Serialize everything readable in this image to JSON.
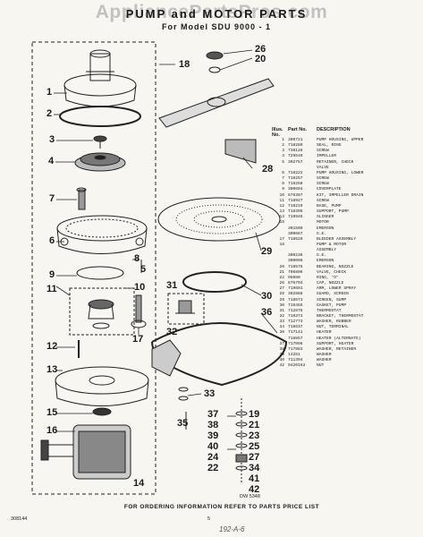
{
  "watermark": "AppliancePartsPros.com",
  "title": "PUMP and MOTOR PARTS",
  "subtitle": "For Model SDU 9000 - 1",
  "callouts_left": [
    "1",
    "2",
    "3",
    "4",
    "5",
    "6",
    "7",
    "8",
    "9",
    "10",
    "11",
    "12",
    "13",
    "14",
    "15",
    "16",
    "17",
    "18"
  ],
  "callouts_right": [
    "19",
    "20",
    "21",
    "22",
    "23",
    "24",
    "25",
    "26",
    "27",
    "28",
    "29",
    "30",
    "31",
    "32",
    "33",
    "34",
    "35",
    "36",
    "37",
    "38",
    "39",
    "40",
    "41",
    "42"
  ],
  "table": {
    "header_illus": "Illus. No.",
    "header_part": "Part No.",
    "header_desc": "DESCRIPTION",
    "rows": [
      {
        "n": "1",
        "p": "300721",
        "d": "PUMP HOUSING, UPPER"
      },
      {
        "n": "2",
        "p": "718289",
        "d": "SEAL, RING"
      },
      {
        "n": "3",
        "p": "738128",
        "d": "SCREW"
      },
      {
        "n": "4",
        "p": "729549",
        "d": "IMPELLER"
      },
      {
        "n": "5",
        "p": "302757",
        "d": "RETAINER, CHECK"
      },
      {
        "n": "",
        "p": "",
        "d": "VALVE"
      },
      {
        "n": "6",
        "p": "718222",
        "d": "PUMP HOUSING, LOWER"
      },
      {
        "n": "7",
        "p": "718257",
        "d": "SCREW"
      },
      {
        "n": "8",
        "p": "718258",
        "d": "SCREW"
      },
      {
        "n": "9",
        "p": "300694",
        "d": "COVERPLATE"
      },
      {
        "n": "10",
        "p": "675397",
        "d": "KIT, IMPELLER DRAIN"
      },
      {
        "n": "11",
        "p": "718927",
        "d": "SCREW"
      },
      {
        "n": "12",
        "p": "718219",
        "d": "BASE, PUMP"
      },
      {
        "n": "13",
        "p": "718395",
        "d": "SUPPORT, PUMP"
      },
      {
        "n": "14",
        "p": "719945",
        "d": "SLINGER"
      },
      {
        "n": "15",
        "p": "",
        "d": "MOTOR"
      },
      {
        "n": "",
        "p": "301509",
        "d": "EMERSON"
      },
      {
        "n": "",
        "p": "300667",
        "d": "G.E."
      },
      {
        "n": "17",
        "p": "718629",
        "d": "BLEEDER ASSEMBLY"
      },
      {
        "n": "18",
        "p": "",
        "d": "PUMP & MOTOR"
      },
      {
        "n": "",
        "p": "",
        "d": "ASSEMBLY"
      },
      {
        "n": "",
        "p": "300236",
        "d": "G.E."
      },
      {
        "n": "",
        "p": "300098",
        "d": "EMERSON"
      },
      {
        "n": "20",
        "p": "719576",
        "d": "BEARING, NOZZLE"
      },
      {
        "n": "21",
        "p": "706806",
        "d": "VALVE, CHECK"
      },
      {
        "n": "22",
        "p": "95080",
        "d": "RING, \"O\""
      },
      {
        "n": "26",
        "p": "676793",
        "d": "CAP, NOZZLE"
      },
      {
        "n": "27",
        "p": "719691",
        "d": "ARM, LOWER SPRAY"
      },
      {
        "n": "28",
        "p": "302888",
        "d": "GUARD, SCREEN"
      },
      {
        "n": "29",
        "p": "718573",
        "d": "SCREEN, SUMP"
      },
      {
        "n": "30",
        "p": "718455",
        "d": "GASKET, PUMP"
      },
      {
        "n": "31",
        "p": "712876",
        "d": "THERMOSTAT"
      },
      {
        "n": "32",
        "p": "718373",
        "d": "BRACKET, THERMOSTAT"
      },
      {
        "n": "33",
        "p": "712773",
        "d": "WASHER, RUBBER"
      },
      {
        "n": "34",
        "p": "718637",
        "d": "NUT, TERMINAL"
      },
      {
        "n": "36",
        "p": "717141",
        "d": "HEATER"
      },
      {
        "n": "",
        "p": "718857",
        "d": "HEATER (ALTERNATE)"
      },
      {
        "n": "37",
        "p": "717096",
        "d": "SUPPORT, HEATER"
      },
      {
        "n": "38",
        "p": "717883",
        "d": "WASHER, RETAINER"
      },
      {
        "n": "39",
        "p": "14251",
        "d": "WASHER"
      },
      {
        "n": "40",
        "p": "711394",
        "d": "WASHER"
      },
      {
        "n": "42",
        "p": "9420163",
        "d": "NUT"
      }
    ]
  },
  "figure_code": "DW 5348",
  "footer_note": "FOR ORDERING INFORMATION REFER TO PARTS PRICE LIST",
  "doc_code": "308144",
  "page_number": "5",
  "handwritten_code": "192-A-6"
}
